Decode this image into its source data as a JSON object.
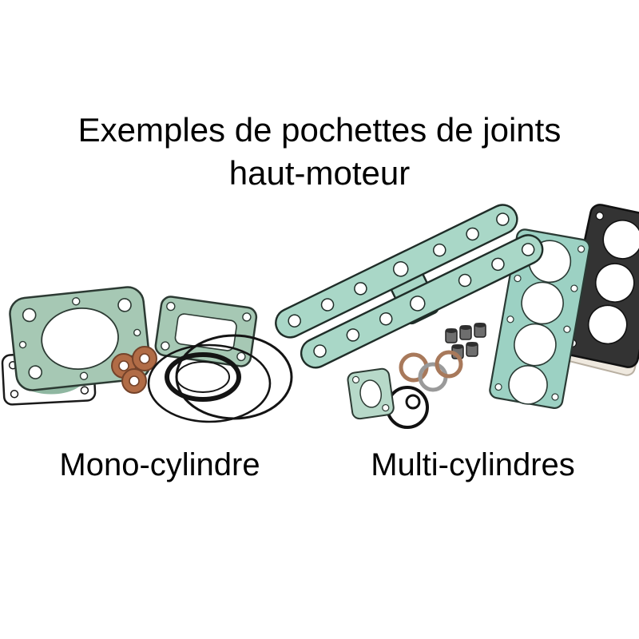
{
  "title": {
    "line1": "Exemples de pochettes de joints",
    "line2": "haut-moteur"
  },
  "captions": {
    "mono": "Mono-cylindre",
    "multi": "Multi-cylindres"
  },
  "illustrations": {
    "mono": {
      "name": "mono-cylinder-gasket-set",
      "parts": [
        "cylinder-base-gasket",
        "reed-valve-gasket",
        "exhaust-gasket",
        "copper-washers",
        "o-rings",
        "green-oval-seal"
      ]
    },
    "multi": {
      "name": "multi-cylinder-gasket-set",
      "parts": [
        "valve-cover-gaskets",
        "four-cylinder-head-gasket",
        "dark-cover-gasket",
        "valve-stem-seals",
        "metal-rings",
        "small-seal-ring",
        "small-green-gasket"
      ]
    }
  },
  "colors": {
    "background": "#ffffff",
    "text": "#000000",
    "gasket_green_mono": "#a6c8b4",
    "gasket_teal_multi": "#a9d7c7",
    "gasket_teal_head": "#9cd1c3",
    "gasket_outline": "#2c3a33",
    "copper": "#b16c46",
    "copper_outline": "#74432a",
    "o_ring_black": "#141414",
    "dark_gasket": "#333333"
  }
}
